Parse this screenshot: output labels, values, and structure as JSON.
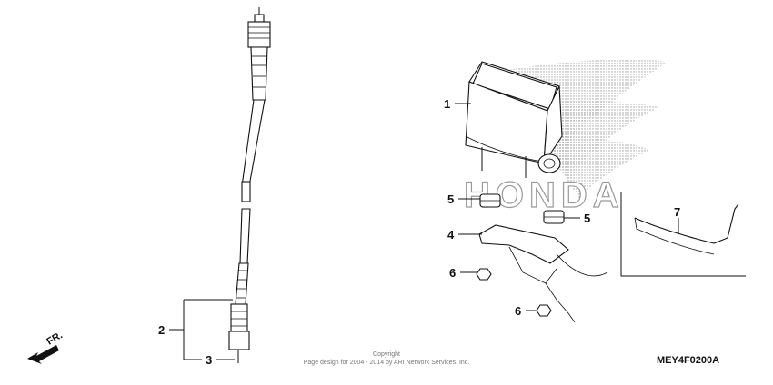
{
  "watermark": {
    "text": "HONDA"
  },
  "callouts": [
    {
      "id": "p1",
      "label": "1"
    },
    {
      "id": "p2",
      "label": "2"
    },
    {
      "id": "p3",
      "label": "3"
    },
    {
      "id": "p4",
      "label": "4"
    },
    {
      "id": "p5a",
      "label": "5"
    },
    {
      "id": "p5b",
      "label": "5"
    },
    {
      "id": "p6a",
      "label": "6"
    },
    {
      "id": "p6b",
      "label": "6"
    },
    {
      "id": "p7",
      "label": "7"
    }
  ],
  "direction_marker": {
    "label": "FR."
  },
  "copyright": {
    "line1": "Copyright",
    "line2": "Page design for 2004 - 2014 by ARI Network Services, Inc."
  },
  "diagram_code": "MEY4F0200A",
  "colors": {
    "ink": "#111111",
    "watermark_fill": "#d4d4d4",
    "background": "#ffffff"
  }
}
